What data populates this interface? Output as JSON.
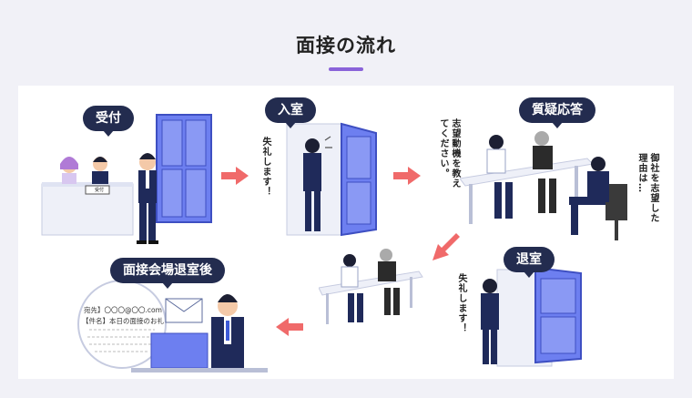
{
  "title": "面接の流れ",
  "steps": [
    {
      "label": "受付"
    },
    {
      "label": "入室"
    },
    {
      "label": "質疑応答"
    },
    {
      "label": "退室"
    },
    {
      "label": "面接会場退室後"
    }
  ],
  "speech": {
    "enter": "失礼します！",
    "interviewer": "志望動機を教えてください。",
    "candidate": "御社を志望した理由は…",
    "exit": "失礼します！"
  },
  "reception_sign": "受付",
  "email": {
    "to_line": "宛先】〇〇〇@〇〇.com",
    "subject_line": "【件名】本日の面接のお礼"
  },
  "colors": {
    "accent": "#8a63d9",
    "badge": "#232c4f",
    "arrow": "#f06a6a",
    "door": "#6d7ff0",
    "suit": "#1f2a5a"
  }
}
